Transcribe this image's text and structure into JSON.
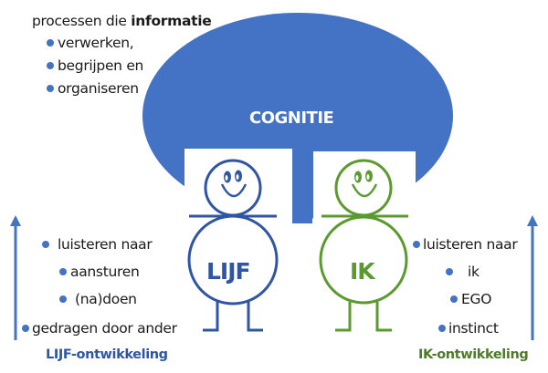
{
  "intro": {
    "prefix": "processen die ",
    "bold": "informatie",
    "items": [
      "verwerken,",
      "begrijpen en",
      "organiseren"
    ]
  },
  "cognition": {
    "label": "COGNITIE",
    "color": "#4472c4"
  },
  "figures": {
    "lijf": {
      "label": "LIJF",
      "color": "#2f55a4"
    },
    "ik": {
      "label": "IK",
      "color": "#5b9a2e"
    }
  },
  "left_list": {
    "items": [
      "luisteren naar",
      "aansturen",
      "(na)doen",
      "gedragen door ander"
    ],
    "caption": "LIJF-ontwikkeling",
    "caption_color": "#2f55a4"
  },
  "right_list": {
    "items": [
      "luisteren naar",
      "ik",
      "EGO",
      "instinct"
    ],
    "caption": "IK-ontwikkeling",
    "caption_color": "#4e7a2a"
  },
  "colors": {
    "accent": "#4472c4",
    "bullet": "#4472c4"
  }
}
